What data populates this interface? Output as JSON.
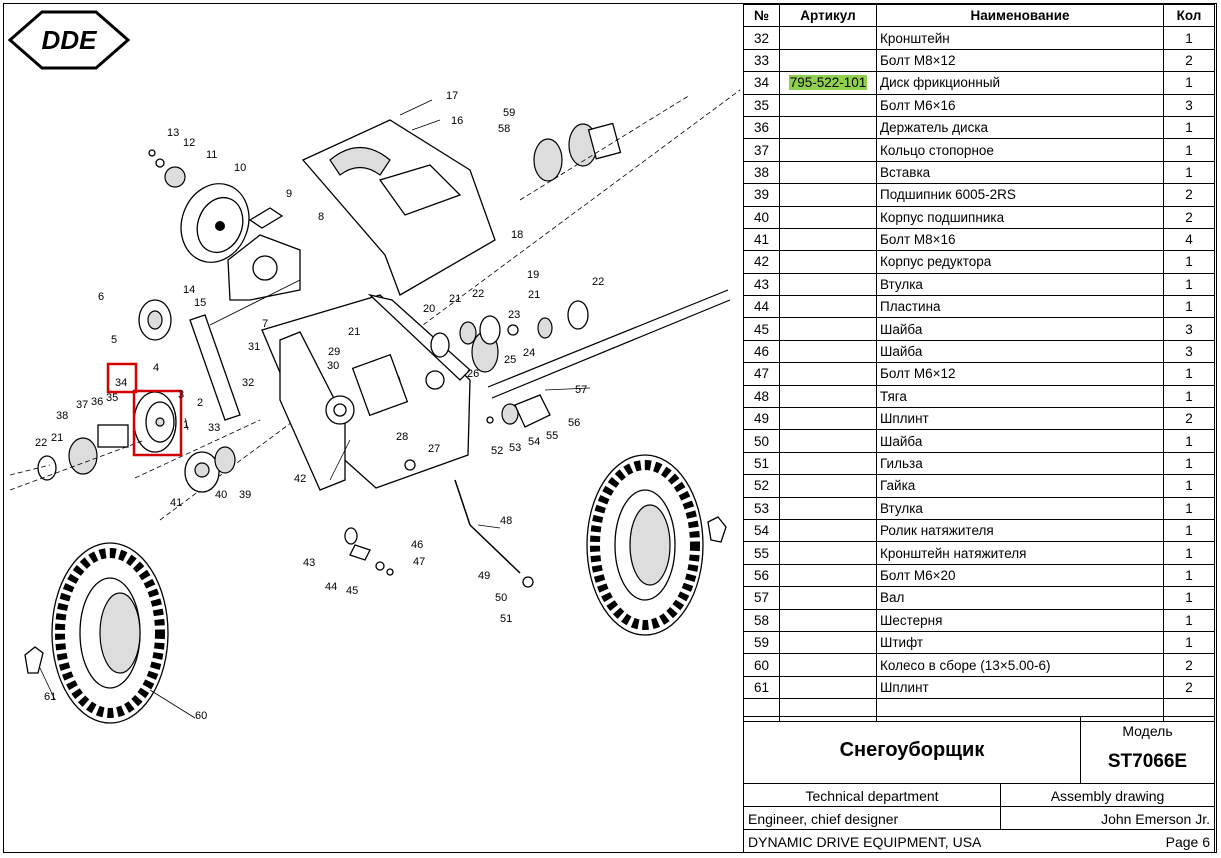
{
  "logo": {
    "text": "DDE"
  },
  "table": {
    "headers": {
      "no": "№",
      "article": "Артикул",
      "name": "Наименование",
      "qty": "Кол"
    },
    "rows": [
      {
        "no": "32",
        "article": "",
        "name": "Кронштейн",
        "qty": "1"
      },
      {
        "no": "33",
        "article": "",
        "name": "Болт M8×12",
        "qty": "2"
      },
      {
        "no": "34",
        "article": "795-522-101",
        "name": "Диск фрикционный",
        "qty": "1"
      },
      {
        "no": "35",
        "article": "",
        "name": "Болт M6×16",
        "qty": "3"
      },
      {
        "no": "36",
        "article": "",
        "name": "Держатель диска",
        "qty": "1"
      },
      {
        "no": "37",
        "article": "",
        "name": "Кольцо стопорное",
        "qty": "1"
      },
      {
        "no": "38",
        "article": "",
        "name": "Вставка",
        "qty": "1"
      },
      {
        "no": "39",
        "article": "",
        "name": "Подшипник 6005-2RS",
        "qty": "2"
      },
      {
        "no": "40",
        "article": "",
        "name": "Корпус подшипника",
        "qty": "2"
      },
      {
        "no": "41",
        "article": "",
        "name": "Болт M8×16",
        "qty": "4"
      },
      {
        "no": "42",
        "article": "",
        "name": "Корпус редуктора",
        "qty": "1"
      },
      {
        "no": "43",
        "article": "",
        "name": "Втулка",
        "qty": "1"
      },
      {
        "no": "44",
        "article": "",
        "name": "Пластина",
        "qty": "1"
      },
      {
        "no": "45",
        "article": "",
        "name": "Шайба",
        "qty": "3"
      },
      {
        "no": "46",
        "article": "",
        "name": "Шайба",
        "qty": "3"
      },
      {
        "no": "47",
        "article": "",
        "name": "Болт M6×12",
        "qty": "1"
      },
      {
        "no": "48",
        "article": "",
        "name": "Тяга",
        "qty": "1"
      },
      {
        "no": "49",
        "article": "",
        "name": "Шплинт",
        "qty": "2"
      },
      {
        "no": "50",
        "article": "",
        "name": "Шайба",
        "qty": "1"
      },
      {
        "no": "51",
        "article": "",
        "name": "Гильза",
        "qty": "1"
      },
      {
        "no": "52",
        "article": "",
        "name": "Гайка",
        "qty": "1"
      },
      {
        "no": "53",
        "article": "",
        "name": "Втулка",
        "qty": "1"
      },
      {
        "no": "54",
        "article": "",
        "name": "Ролик натяжителя",
        "qty": "1"
      },
      {
        "no": "55",
        "article": "",
        "name": "Кронштейн натяжителя",
        "qty": "1"
      },
      {
        "no": "56",
        "article": "",
        "name": "Болт M6×20",
        "qty": "1"
      },
      {
        "no": "57",
        "article": "",
        "name": "Вал",
        "qty": "1"
      },
      {
        "no": "58",
        "article": "",
        "name": "Шестерня",
        "qty": "1"
      },
      {
        "no": "59",
        "article": "",
        "name": "Штифт",
        "qty": "1"
      },
      {
        "no": "60",
        "article": "",
        "name": "Колесо в сборе (13×5.00-6)",
        "qty": "2"
      },
      {
        "no": "61",
        "article": "",
        "name": "Шплинт",
        "qty": "2"
      }
    ]
  },
  "title_block": {
    "product": "Снегоуборщик",
    "model_label": "Модель",
    "model": "ST7066E",
    "dept": "Technical department",
    "doc_type": "Assembly drawing",
    "role": "Engineer, chief designer",
    "person": "John Emerson Jr.",
    "company": "DYNAMIC DRIVE EQUIPMENT, USA",
    "page": "Page 6"
  },
  "callouts": [
    "1",
    "2",
    "3",
    "4",
    "5",
    "6",
    "7",
    "8",
    "9",
    "10",
    "11",
    "12",
    "13",
    "14",
    "15",
    "16",
    "17",
    "18",
    "19",
    "20",
    "21",
    "21",
    "21",
    "21",
    "22",
    "22",
    "22",
    "23",
    "24",
    "25",
    "26",
    "27",
    "28",
    "29",
    "30",
    "31",
    "32",
    "33",
    "34",
    "35",
    "36",
    "37",
    "38",
    "39",
    "40",
    "41",
    "42",
    "43",
    "44",
    "45",
    "46",
    "47",
    "48",
    "49",
    "50",
    "51",
    "52",
    "53",
    "54",
    "55",
    "56",
    "57",
    "58",
    "59",
    "60",
    "61"
  ],
  "highlight_color": "#8fd14f",
  "marker_color": "#d40000"
}
